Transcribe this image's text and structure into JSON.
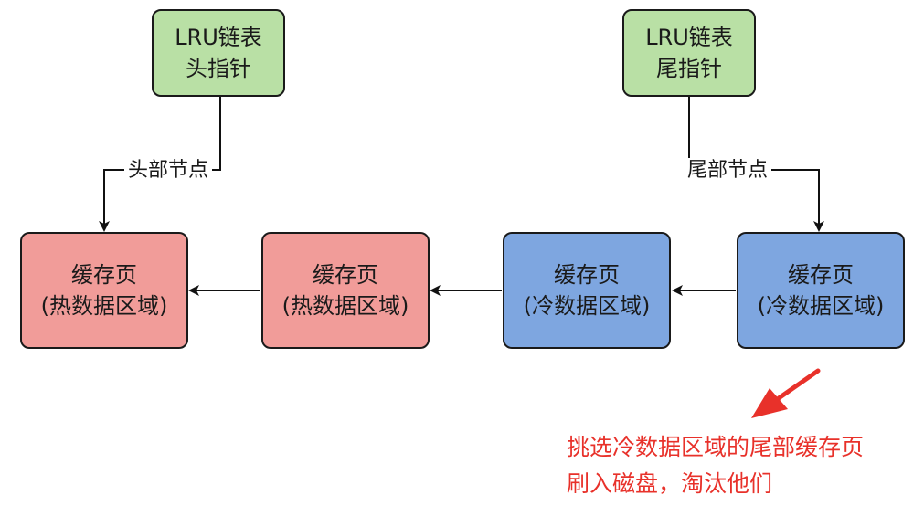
{
  "pointers": {
    "head": {
      "line1": "LRU链表",
      "line2": "头指针"
    },
    "tail": {
      "line1": "LRU链表",
      "line2": "尾指针"
    }
  },
  "edge_labels": {
    "head": "头部节点",
    "tail": "尾部节点"
  },
  "pages": [
    {
      "title": "缓存页",
      "region": "(热数据区域)",
      "kind": "hot"
    },
    {
      "title": "缓存页",
      "region": "(热数据区域)",
      "kind": "hot"
    },
    {
      "title": "缓存页",
      "region": "(冷数据区域)",
      "kind": "cold"
    },
    {
      "title": "缓存页",
      "region": "(冷数据区域)",
      "kind": "cold"
    }
  ],
  "annotation": {
    "line1": "挑选冷数据区域的尾部缓存页",
    "line2": "刷入磁盘，淘汰他们"
  },
  "colors": {
    "pointer_fill": "#b9e0a5",
    "hot_fill": "#f19c99",
    "cold_fill": "#7ea6e0",
    "annotation": "#e8312a"
  }
}
